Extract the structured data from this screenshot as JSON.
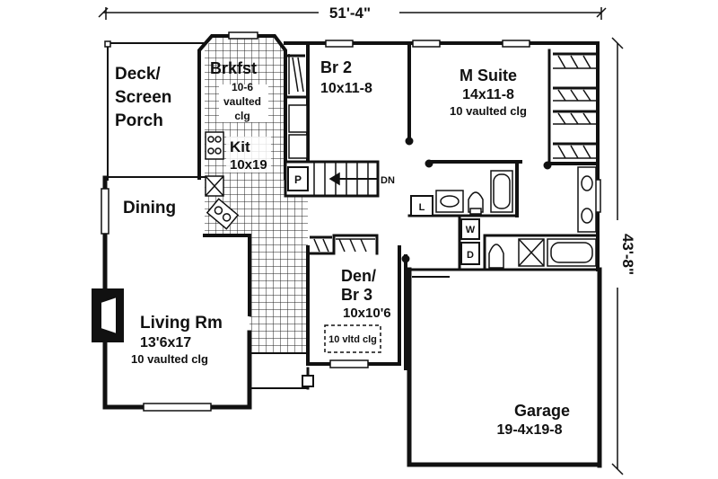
{
  "dimensions": {
    "width_label": "51'-4\"",
    "depth_label": "43'-8\""
  },
  "rooms": {
    "deck": {
      "line1": "Deck/",
      "line2": "Screen",
      "line3": "Porch"
    },
    "brkfst": {
      "name": "Brkfst",
      "size": "10-6",
      "note1": "vaulted",
      "note2": "clg"
    },
    "kit": {
      "name": "Kit",
      "size": "10x19"
    },
    "dining": {
      "name": "Dining"
    },
    "living": {
      "name": "Living Rm",
      "size": "13'6x17",
      "note": "10 vaulted clg"
    },
    "br2": {
      "name": "Br 2",
      "size": "10x11-8"
    },
    "msuite": {
      "name": "M Suite",
      "size": "14x11-8",
      "note": "10 vaulted clg"
    },
    "den": {
      "name": "Den/",
      "name2": "Br 3",
      "size": "10x10'6",
      "note": "10 vltd clg"
    },
    "garage": {
      "name": "Garage",
      "size": "19-4x19-8"
    }
  },
  "fixtures": {
    "pantry": "P",
    "stair_dn": "DN",
    "linen": "L",
    "washer": "W",
    "dryer": "D"
  }
}
